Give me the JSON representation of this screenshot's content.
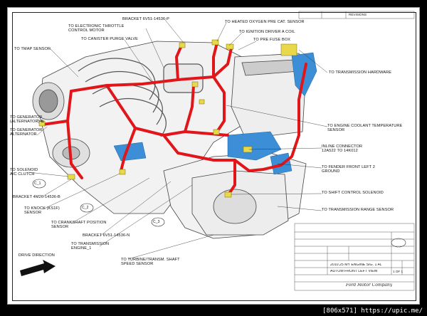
{
  "labels": {
    "bracket_top": "BRACKET 6V51-14536-P",
    "electronic_throttle": "TO ELECTRONIC THROTTLE\nCONTROL MOTOR",
    "canister_purge": "TO CANISTER PURGE VALVE",
    "tmap": "TO TMAP SENSOR",
    "heated_o2": "TO HEATED OXYGEN PRE CAT. SENSOR",
    "ignition_driver": "TO IGNITION DRIVER A COIL",
    "pre_fuse_box": "TO PRE FUSE BOX",
    "transmission_hardware": "TO TRANSMISSION HARDWARE",
    "generator_b": "TO GENERATOR\n(ALTERNATOR)-B",
    "generator_alt": "TO GENERATOR\nALTERNATOR",
    "coolant_temp": "TO ENGINE COOLANT TEMPERATURE\nSENSOR",
    "inline_connector": "INLINE CONNECTOR\n12A522 TO 14K012",
    "solenoid_ac": "TO SOLENOID\nA/C CLUTCH",
    "fender_front": "TO FENDER FRONT LEFT 2\nGROUND",
    "bracket_mid": "BRACKET 4M26-14536-B",
    "shift_control": "TO SHIFT CONTROL SOLENOID",
    "knock": "TO KNOCK (KS1F)\nSENSOR",
    "trans_range": "TO TRANSMISSION RANGE SENSOR",
    "crankshaft": "TO CRANKSHAFT POSITION\nSENSOR",
    "bracket_bottom": "BRACKET 6V51-14536-N",
    "engine_1": "TO TRANSMISSION\nENGINE_1",
    "turbine_speed": "TO TURBINE/TRANSM. SHAFT\nSPEED SENSOR",
    "drive_direction": "DRIVE DIRECTION"
  },
  "callouts": [
    "C_1",
    "C_2",
    "C_3"
  ],
  "title_block": {
    "title_line1": "2010.25 MY ENGINE SIG. 1.4L",
    "title_line2": "AUTOM    FRONT LEFT VIEW",
    "company": "Ford Motor Company",
    "revision_header": "REVISIONS",
    "sheet": "1 OF 1"
  },
  "footer": "[806x571] https://upic.me/",
  "colors": {
    "harness": "#e0161a",
    "connector_blue": "#3c8fd6",
    "connector_yellow": "#e8d84a",
    "engine_line": "#333333"
  }
}
